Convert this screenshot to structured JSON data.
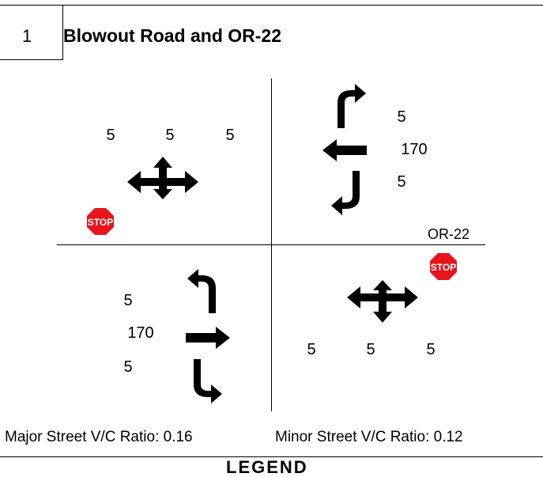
{
  "header": {
    "number": "1",
    "title": "Blowout Road and OR-22"
  },
  "street_label": "OR-22",
  "volumes": {
    "nw": {
      "left": "5",
      "through": "5",
      "right": "5"
    },
    "ne": {
      "left": "5",
      "through": "170",
      "right": "5"
    },
    "sw": {
      "left": "5",
      "through": "170",
      "right": "5"
    },
    "se": {
      "left": "5",
      "through": "5",
      "right": "5"
    }
  },
  "stop_sign": {
    "text": "STOP",
    "color": "#e8141c"
  },
  "footer": {
    "major": "Major Street V/C Ratio: 0.16",
    "minor": "Minor Street V/C Ratio: 0.12",
    "legend": "LEGEND"
  },
  "icons": [
    "left-turn-arrow-icon",
    "through-arrow-icon",
    "right-turn-arrow-icon",
    "all-way-movement-icon",
    "stop-sign-icon"
  ]
}
